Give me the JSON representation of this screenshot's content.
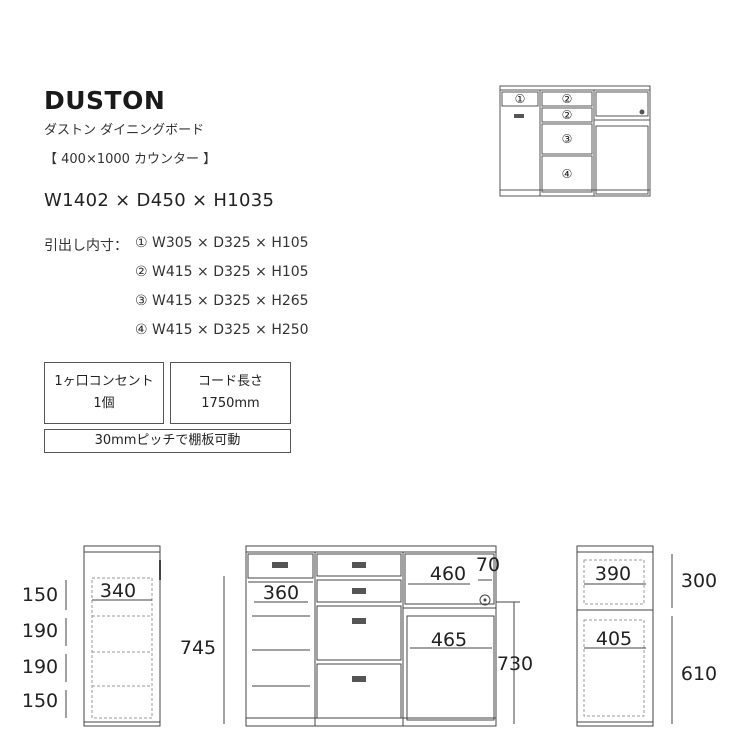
{
  "header": {
    "title": "DUSTON",
    "subtitle": "ダストン ダイニングボード",
    "config": "【 400×1000 カウンター 】",
    "dimensions": "W1402 × D450 × H1035"
  },
  "drawers": {
    "label": "引出し内寸：",
    "rows": [
      {
        "mark": "①",
        "size": "W305 × D325 × H105"
      },
      {
        "mark": "②",
        "size": "W415 × D325 × H105"
      },
      {
        "mark": "③",
        "size": "W415 × D325 × H265"
      },
      {
        "mark": "④",
        "size": "W415 × D325 × H250"
      }
    ]
  },
  "features": {
    "outlet_line1": "1ヶ口コンセント",
    "outlet_line2": "1個",
    "cord_line1": "コード長さ",
    "cord_line2": "1750mm",
    "shelf": "30mmピッチで棚板可動"
  },
  "thumbnail": {
    "marks": [
      "①",
      "②",
      "②",
      "③",
      "④"
    ]
  },
  "side_view": {
    "width_inner": "340",
    "heights": [
      "150",
      "190",
      "190",
      "150"
    ]
  },
  "front_view": {
    "width_left": "360",
    "height_left": "745",
    "width_upper": "460",
    "width_gap": "70",
    "width_lower": "465",
    "height_counter": "730"
  },
  "right_view": {
    "width_upper": "390",
    "width_lower": "405",
    "height_upper": "300",
    "height_lower": "610"
  }
}
